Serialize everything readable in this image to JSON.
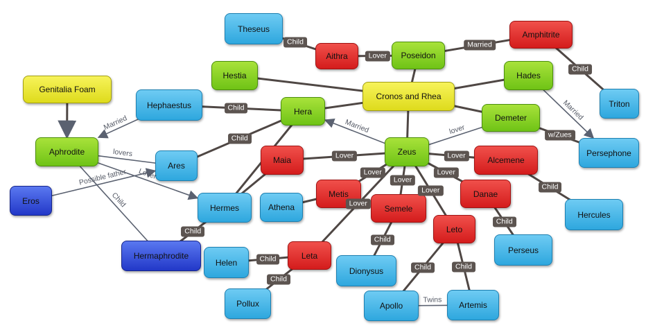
{
  "nodes": [
    {
      "id": "theseus",
      "label": "Theseus",
      "color": "blue"
    },
    {
      "id": "aithra",
      "label": "Aithra",
      "color": "red"
    },
    {
      "id": "poseidon",
      "label": "Poseidon",
      "color": "green"
    },
    {
      "id": "amphitrite",
      "label": "Amphitrite",
      "color": "red"
    },
    {
      "id": "triton",
      "label": "Triton",
      "color": "blue"
    },
    {
      "id": "genitalia",
      "label": "Genitalia  Foam",
      "color": "yellow"
    },
    {
      "id": "hestia",
      "label": "Hestia",
      "color": "green"
    },
    {
      "id": "cronos",
      "label": "Cronos and Rhea",
      "color": "yellow"
    },
    {
      "id": "hades",
      "label": "Hades",
      "color": "green"
    },
    {
      "id": "hephaestus",
      "label": "Hephaestus",
      "color": "blue"
    },
    {
      "id": "hera",
      "label": "Hera",
      "color": "green"
    },
    {
      "id": "demeter",
      "label": "Demeter",
      "color": "green"
    },
    {
      "id": "aphrodite",
      "label": "Aphrodite",
      "color": "green"
    },
    {
      "id": "ares",
      "label": "Ares",
      "color": "blue"
    },
    {
      "id": "maia",
      "label": "Maia",
      "color": "red"
    },
    {
      "id": "zeus",
      "label": "Zeus",
      "color": "green"
    },
    {
      "id": "alcemene",
      "label": "Alcemene",
      "color": "red"
    },
    {
      "id": "persephone",
      "label": "Persephone",
      "color": "blue"
    },
    {
      "id": "eros",
      "label": "Eros",
      "color": "navy"
    },
    {
      "id": "hermes",
      "label": "Hermes",
      "color": "blue"
    },
    {
      "id": "athena",
      "label": "Athena",
      "color": "blue"
    },
    {
      "id": "metis",
      "label": "Metis",
      "color": "red"
    },
    {
      "id": "semele",
      "label": "Semele",
      "color": "red"
    },
    {
      "id": "danae",
      "label": "Danae",
      "color": "red"
    },
    {
      "id": "hercules",
      "label": "Hercules",
      "color": "blue"
    },
    {
      "id": "leto",
      "label": "Leto",
      "color": "red"
    },
    {
      "id": "hermaphrodite",
      "label": "Hermaphrodite",
      "color": "navy"
    },
    {
      "id": "helen",
      "label": "Helen",
      "color": "blue"
    },
    {
      "id": "leta",
      "label": "Leta",
      "color": "red"
    },
    {
      "id": "dionysus",
      "label": "Dionysus",
      "color": "blue"
    },
    {
      "id": "perseus",
      "label": "Perseus",
      "color": "blue"
    },
    {
      "id": "pollux",
      "label": "Pollux",
      "color": "blue"
    },
    {
      "id": "apollo",
      "label": "Apollo",
      "color": "blue"
    },
    {
      "id": "artemis",
      "label": "Artemis",
      "color": "blue"
    }
  ],
  "edges": [
    {
      "from": "theseus",
      "to": "aithra",
      "label": "Child",
      "style": "box"
    },
    {
      "from": "aithra",
      "to": "poseidon",
      "label": "Lover",
      "style": "box"
    },
    {
      "from": "poseidon",
      "to": "amphitrite",
      "label": "Married",
      "style": "box"
    },
    {
      "from": "amphitrite",
      "to": "triton",
      "label": "Child",
      "style": "box"
    },
    {
      "from": "poseidon",
      "to": "cronos",
      "label": "",
      "style": "box"
    },
    {
      "from": "hestia",
      "to": "cronos",
      "label": "",
      "style": "box"
    },
    {
      "from": "hades",
      "to": "cronos",
      "label": "",
      "style": "box"
    },
    {
      "from": "hera",
      "to": "cronos",
      "label": "",
      "style": "box"
    },
    {
      "from": "demeter",
      "to": "cronos",
      "label": "",
      "style": "box"
    },
    {
      "from": "zeus",
      "to": "cronos",
      "label": "",
      "style": "box"
    },
    {
      "from": "hephaestus",
      "to": "hera",
      "label": "Child",
      "style": "box"
    },
    {
      "from": "hera",
      "to": "ares",
      "label": "Child",
      "style": "box"
    },
    {
      "from": "hera",
      "to": "hermes",
      "label": "",
      "style": "box"
    },
    {
      "from": "zeus",
      "to": "hera",
      "label": "Married",
      "style": "plain",
      "arrow": true
    },
    {
      "from": "hephaestus",
      "to": "aphrodite",
      "label": "Married",
      "style": "plain",
      "arrow": true
    },
    {
      "from": "genitalia",
      "to": "aphrodite",
      "label": "",
      "style": "box",
      "arrow": true
    },
    {
      "from": "aphrodite",
      "to": "ares",
      "label": "lovers",
      "style": "plain"
    },
    {
      "from": "aphrodite",
      "to": "hermes",
      "label": "Lover",
      "style": "plain",
      "arrow": true
    },
    {
      "from": "aphrodite",
      "to": "hermaphrodite",
      "label": "Child",
      "style": "plain"
    },
    {
      "from": "eros",
      "to": "ares",
      "label": "Possible father",
      "style": "plain",
      "arrow": true
    },
    {
      "from": "hermes",
      "to": "hermaphrodite",
      "label": "Child",
      "style": "box"
    },
    {
      "from": "hades",
      "to": "persephone",
      "label": "Married",
      "style": "plain",
      "arrow": true
    },
    {
      "from": "demeter",
      "to": "persephone",
      "label": "w/Zues",
      "style": "box"
    },
    {
      "from": "zeus",
      "to": "demeter",
      "label": "lover",
      "style": "plain"
    },
    {
      "from": "zeus",
      "to": "maia",
      "label": "Lover",
      "style": "box"
    },
    {
      "from": "maia",
      "to": "hermes",
      "label": "",
      "style": "box"
    },
    {
      "from": "zeus",
      "to": "alcemene",
      "label": "Lover",
      "style": "box"
    },
    {
      "from": "alcemene",
      "to": "hercules",
      "label": "Child",
      "style": "box"
    },
    {
      "from": "zeus",
      "to": "metis",
      "label": "Lover",
      "style": "box"
    },
    {
      "from": "metis",
      "to": "athena",
      "label": "",
      "style": "box"
    },
    {
      "from": "zeus",
      "to": "semele",
      "label": "Lover",
      "style": "box"
    },
    {
      "from": "semele",
      "to": "dionysus",
      "label": "Child",
      "style": "box"
    },
    {
      "from": "zeus",
      "to": "danae",
      "label": "Lover",
      "style": "box"
    },
    {
      "from": "danae",
      "to": "perseus",
      "label": "Child",
      "style": "box"
    },
    {
      "from": "zeus",
      "to": "leto",
      "label": "Lover",
      "style": "box"
    },
    {
      "from": "zeus",
      "to": "leta",
      "label": "Lover",
      "style": "box"
    },
    {
      "from": "leta",
      "to": "helen",
      "label": "Child",
      "style": "box"
    },
    {
      "from": "leta",
      "to": "pollux",
      "label": "Child",
      "style": "box"
    },
    {
      "from": "leto",
      "to": "apollo",
      "label": "Child",
      "style": "box"
    },
    {
      "from": "leto",
      "to": "artemis",
      "label": "Child",
      "style": "box"
    },
    {
      "from": "apollo",
      "to": "artemis",
      "label": "Twins",
      "style": "plain"
    }
  ]
}
